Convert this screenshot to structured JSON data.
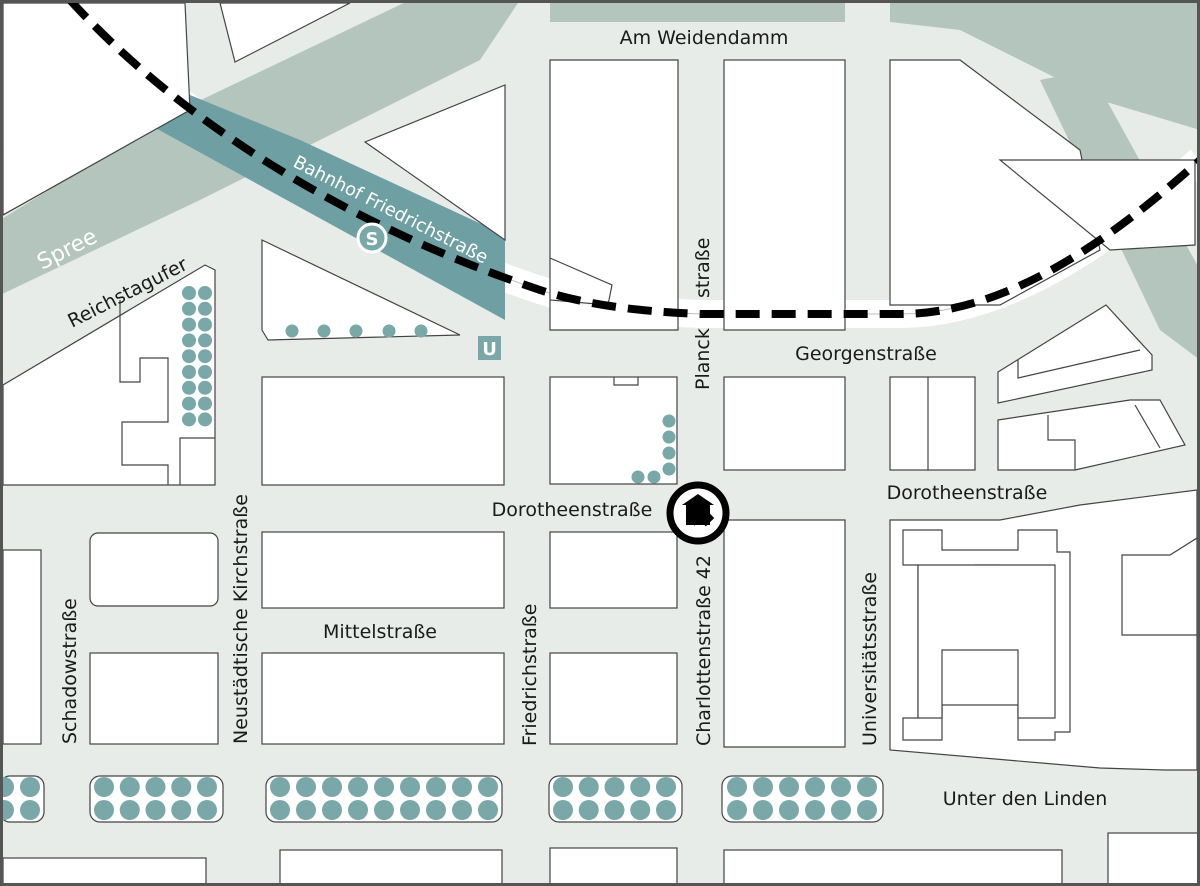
{
  "map": {
    "colors": {
      "street": "#e7ece9",
      "block": "#ffffff",
      "block_outline": "#444444",
      "water": "#b3c5bd",
      "station": "#6e9fa3",
      "tree": "#7aa8a8",
      "rail": "#000000",
      "marker": "#000000"
    },
    "water_label": "Spree",
    "station_label": "Bahnhof Friedrichstraße",
    "sbahn_symbol": "S",
    "ubahn_symbol": "U",
    "streets": {
      "am_weidendamm": "Am Weidendamm",
      "reichstagufer": "Reichstagufer",
      "planck_a": "Planck",
      "planck_b": "straße",
      "georgenstrasse": "Georgenstraße",
      "dorotheen_west": "Dorotheenstraße",
      "dorotheen_east": "Dorotheenstraße",
      "neustaedtische": "Neustädtische Kirchstraße",
      "schadowstrasse": "Schadowstraße",
      "mittelstrasse": "Mittelstraße",
      "friedrichstrasse": "Friedrichstraße",
      "charlottenstrasse": "Charlottenstraße 42",
      "universitaetsstrasse": "Universitätsstraße",
      "unter_den_linden": "Unter den Linden"
    },
    "icons": [
      "sbahn-icon",
      "ubahn-icon",
      "location-marker-icon",
      "tree-icon"
    ]
  }
}
